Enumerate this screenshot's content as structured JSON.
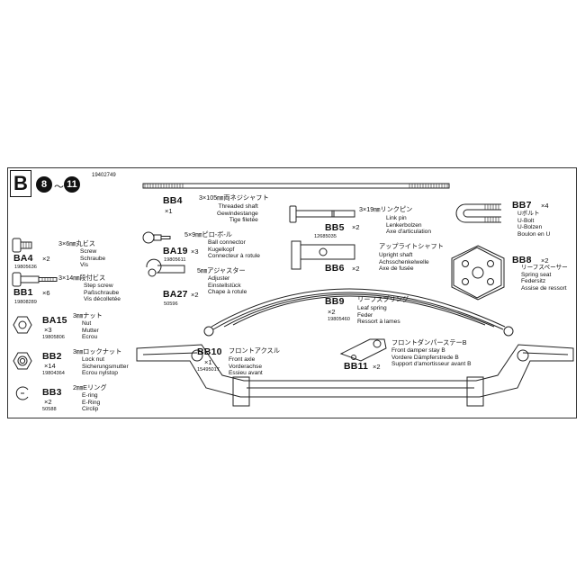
{
  "header": {
    "section_letter": "B",
    "step_from": "8",
    "step_sep": "〜",
    "step_to": "11",
    "sheet_code": "19402749"
  },
  "parts": [
    {
      "code": "BB4",
      "qty": "×1",
      "pn": "",
      "name": "3×105㎜両ネジシャフト",
      "lines": [
        "Threaded shaft",
        "Gewindestange",
        "Tige filetée"
      ]
    },
    {
      "code": "BB5",
      "qty": "×2",
      "pn": "12685035",
      "name": "3×19㎜リンクピン",
      "lines": [
        "Link pin",
        "Lenkerbolzen",
        "Axe d'articulation"
      ]
    },
    {
      "code": "BB7",
      "qty": "×4",
      "pn": "",
      "name": "",
      "lines": [
        "Uボルト",
        "U-Bolt",
        "U-Bolzen",
        "Boulon en U"
      ]
    },
    {
      "code": "BA4",
      "qty": "×2",
      "pn": "19805636",
      "name": "3×6㎜丸ビス",
      "lines": [
        "Screw",
        "Schraube",
        "Vis"
      ]
    },
    {
      "code": "BA19",
      "qty": "×3",
      "pn": "19805611",
      "name": "5×9㎜ピロ-ボ-ル",
      "lines": [
        "Ball connector",
        "Kugelkopf",
        "Connecteur à rotule"
      ]
    },
    {
      "code": "BB6",
      "qty": "×2",
      "pn": "",
      "name": "アップライトシャフト",
      "lines": [
        "Upright shaft",
        "Achsschenkelwelle",
        "Axe de fusée"
      ]
    },
    {
      "code": "BB8",
      "qty": "×2",
      "pn": "",
      "name": "",
      "lines": [
        "リーフスペーサー",
        "Spring seat",
        "Federsitz",
        "Assise de ressort"
      ]
    },
    {
      "code": "BB1",
      "qty": "×6",
      "pn": "19808289",
      "name": "3×14㎜段付ビス",
      "lines": [
        "Step screw",
        "Paßschraube",
        "Vis décolletée"
      ]
    },
    {
      "code": "BA27",
      "qty": "×2",
      "pn": "50596",
      "name": "5㎜アジャスター",
      "lines": [
        "Adjuster",
        "Einstellstück",
        "Chape à rotule"
      ]
    },
    {
      "code": "BB9",
      "qty": "×2",
      "pn": "19805460",
      "name": "リーフスプリング",
      "lines": [
        "Leaf spring",
        "Feder",
        "Ressort à lames"
      ]
    },
    {
      "code": "BA15",
      "qty": "×3",
      "pn": "19805806",
      "name": "3㎜ナット",
      "lines": [
        "Nut",
        "Mutter",
        "Ecrou"
      ]
    },
    {
      "code": "BB10",
      "qty": "×1",
      "pn": "15495017",
      "name": "フロントアクスル",
      "lines": [
        "Front axle",
        "Vorderachse",
        "Essieu avant"
      ]
    },
    {
      "code": "BB11",
      "qty": "×2",
      "pn": "",
      "name": "フロントダンパーステーB",
      "lines": [
        "Front damper stay B",
        "Vordere Dämpferstrede B",
        "Support d'amortisseur avant B"
      ]
    },
    {
      "code": "BB2",
      "qty": "×14",
      "pn": "19804364",
      "name": "3㎜ロックナット",
      "lines": [
        "Lock nut",
        "Sicherungsmutter",
        "Ecrou nylstop"
      ]
    },
    {
      "code": "BB3",
      "qty": "×2",
      "pn": "50588",
      "name": "2㎜Eリング",
      "lines": [
        "E-ring",
        "E-Ring",
        "Circlip"
      ]
    }
  ]
}
